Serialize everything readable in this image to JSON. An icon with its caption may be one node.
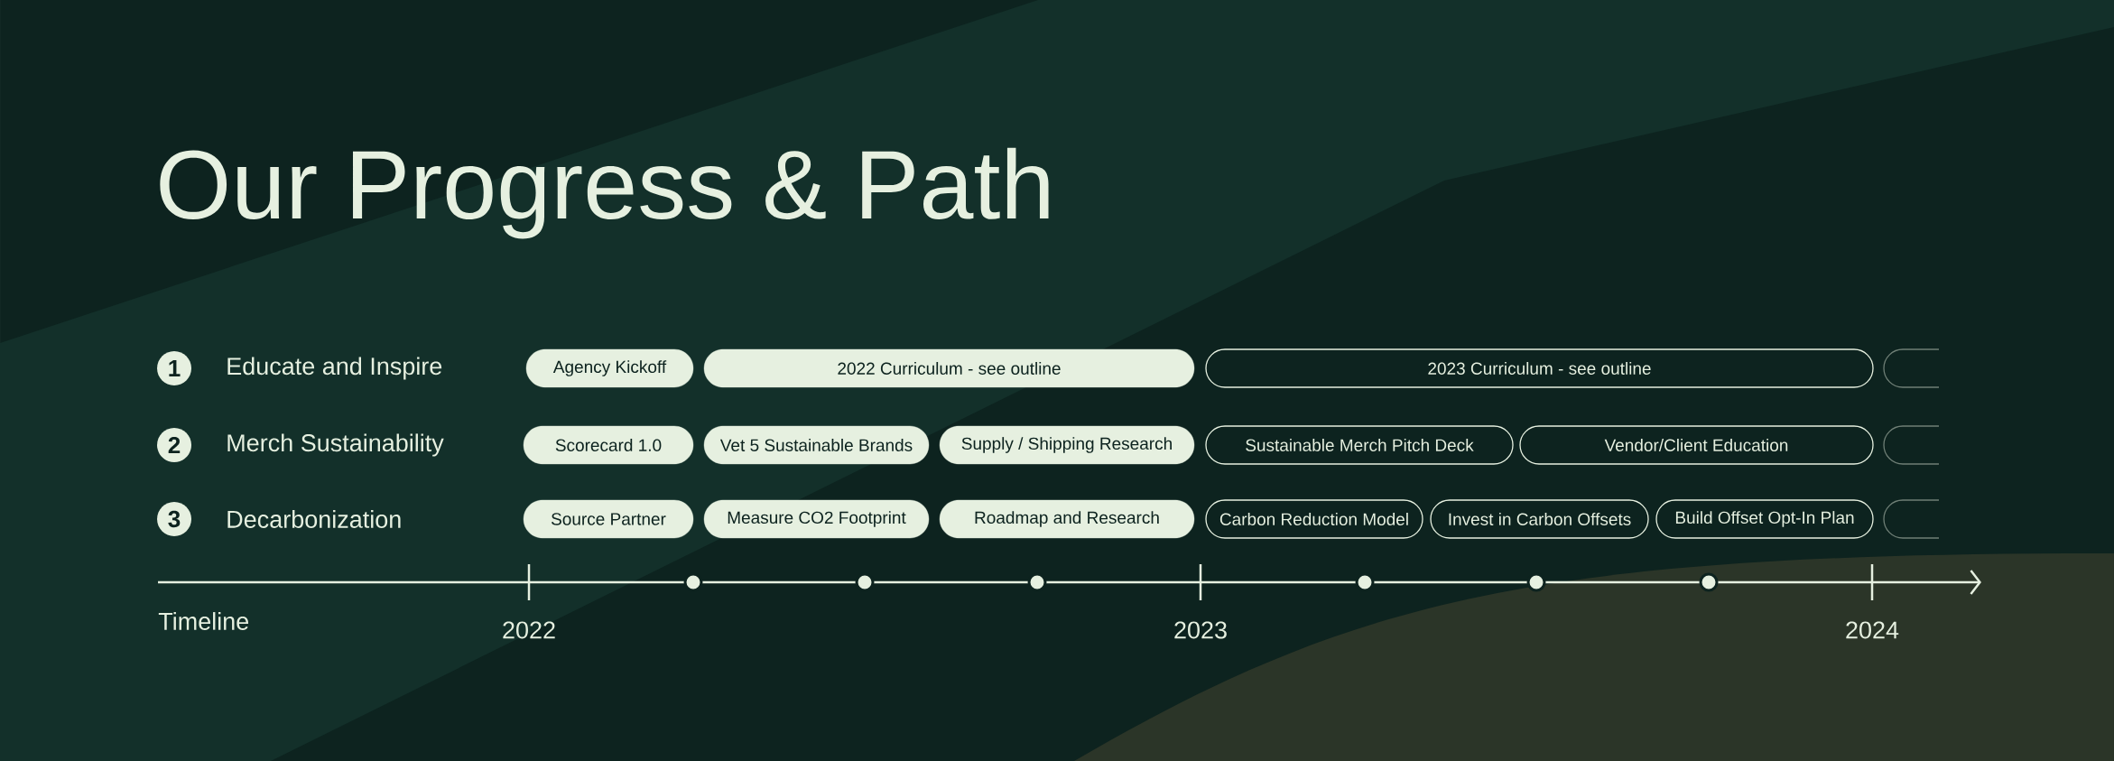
{
  "diagram": {
    "title": "Our Progress & Path",
    "nodes": [
      {
        "text": [
          "1"
        ],
        "beside": [
          "Educate and Inspire"
        ]
      },
      {
        "text": [
          "2"
        ],
        "beside": [
          "Merch Sustainability"
        ]
      },
      {
        "text": [
          "3"
        ],
        "beside": [
          "Decarbonization"
        ]
      },
      {
        "text": [
          "Agency Kickoff"
        ]
      },
      {
        "text": [
          "2022 Curriculum - see outline"
        ]
      },
      {
        "text": [
          "2023 Curriculum - see outline"
        ]
      },
      {
        "text": [],
        "shape": "box"
      },
      {
        "text": [
          "Scorecard 1.0"
        ]
      },
      {
        "text": [
          "Vet 5 Sustainable Brands"
        ]
      },
      {
        "text": [
          "Supply / Shipping Research"
        ]
      },
      {
        "text": [
          "Sustainable Merch Pitch Deck"
        ]
      },
      {
        "text": [
          "Vendor/Client Education"
        ]
      },
      {
        "text": [],
        "shape": "box"
      },
      {
        "text": [
          "Source Partner"
        ]
      },
      {
        "text": [
          "Measure CO2 Footprint"
        ]
      },
      {
        "text": [
          "Roadmap and Research"
        ]
      },
      {
        "text": [
          "Carbon Reduction Model"
        ]
      },
      {
        "text": [
          "Invest in Carbon Offsets"
        ]
      },
      {
        "text": [
          "Build Offset Opt-In Plan"
        ]
      },
      {
        "text": [],
        "shape": "box"
      }
    ],
    "labels": [
      "Timeline",
      "2022",
      "2023",
      "2024"
    ]
  }
}
